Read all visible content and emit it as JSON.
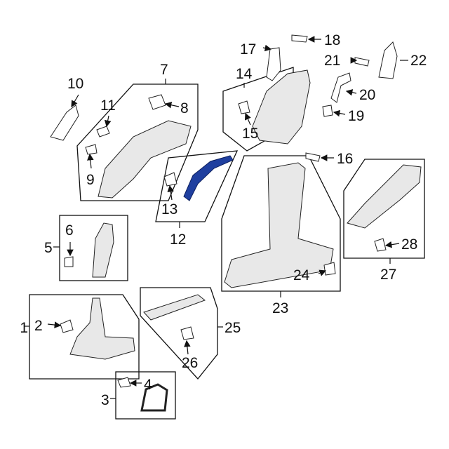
{
  "labels": {
    "n1": "1",
    "n2": "2",
    "n3": "3",
    "n4": "4",
    "n5": "5",
    "n6": "6",
    "n7": "7",
    "n8": "8",
    "n9": "9",
    "n10": "10",
    "n11": "11",
    "n12": "12",
    "n13": "13",
    "n14": "14",
    "n15": "15",
    "n16": "16",
    "n17": "17",
    "n18": "18",
    "n19": "19",
    "n20": "20",
    "n21": "21",
    "n22": "22",
    "n23": "23",
    "n24": "24",
    "n25": "25",
    "n26": "26",
    "n27": "27",
    "n28": "28"
  },
  "colors": {
    "highlight": "#1f3f9f",
    "line": "#111111"
  }
}
